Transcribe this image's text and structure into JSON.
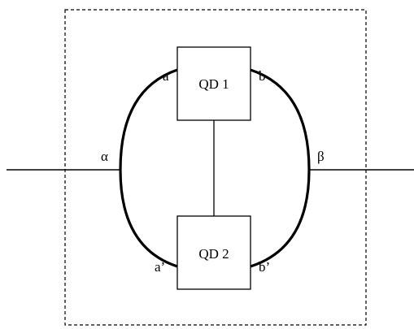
{
  "diagram": {
    "boxes": {
      "qd1": {
        "label": "QD 1"
      },
      "qd2": {
        "label": "QD 2"
      }
    },
    "terminals": {
      "a": "a",
      "b": "b",
      "a_prime": "a’",
      "b_prime": "b’",
      "alpha": "α",
      "beta": "β"
    },
    "colors": {
      "stroke": "#000000",
      "background": "#ffffff"
    }
  }
}
